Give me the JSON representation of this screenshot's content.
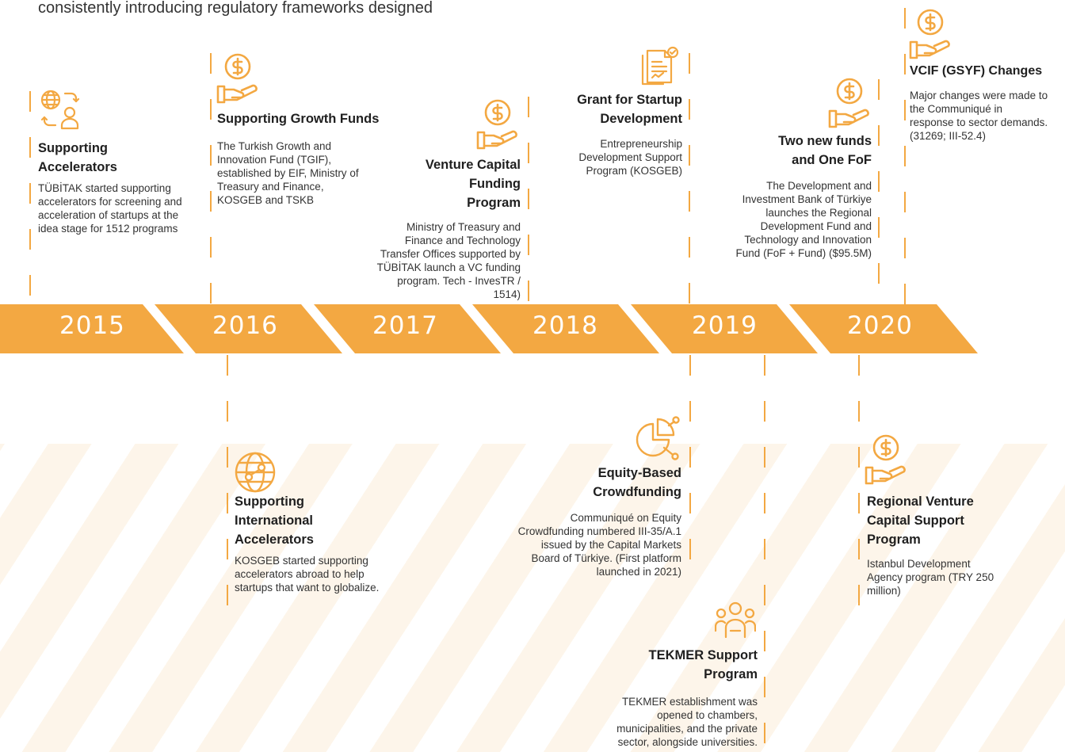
{
  "intro_text": "consistently introducing regulatory frameworks designed",
  "accent_color": "#f3a842",
  "years": [
    "2015",
    "2016",
    "2017",
    "2018",
    "2019",
    "2020"
  ],
  "events": {
    "supporting_accelerators": {
      "title": "Supporting Accelerators",
      "desc": "TÜBİTAK started supporting accelerators for screening and acceleration of startups at the idea stage for 1512 programs",
      "icon": "globe-user-icon"
    },
    "supporting_growth_funds": {
      "title": "Supporting Growth Funds",
      "desc": "The Turkish Growth and Innovation Fund (TGIF), established by EIF, Ministry of Treasury and Finance, KOSGEB and TSKB",
      "icon": "dollar-hand-icon"
    },
    "venture_capital_funding": {
      "title": "Venture Capital Funding Program",
      "desc": "Ministry of Treasury and Finance and Technology Transfer Offices supported by TÜBİTAK launch a VC funding program. Tech - InvesTR / 1514)",
      "icon": "dollar-hand-icon"
    },
    "grant_startup_development": {
      "title": "Grant for Startup Development",
      "desc": "Entrepreneurship Development Support Program (KOSGEB)",
      "icon": "document-check-icon"
    },
    "two_new_funds": {
      "title": "Two new funds and One FoF",
      "desc": "The Development and Investment Bank of Türkiye launches the Regional Development Fund and Technology and Innovation Fund (FoF + Fund) ($95.5M)",
      "icon": "dollar-hand-icon"
    },
    "vcif_changes": {
      "title": "VCIF (GSYF) Changes",
      "desc": "Major changes were made to the Communiqué in response to sector demands. (31269; III-52.4)",
      "icon": "dollar-hand-icon"
    },
    "international_accelerators": {
      "title": "Supporting International Accelerators",
      "desc": "KOSGEB started supporting accelerators abroad to help startups that want to globalize.",
      "icon": "globe-network-icon"
    },
    "equity_crowdfunding": {
      "title": "Equity-Based Crowdfunding",
      "desc": "Communiqué on Equity Crowdfunding numbered III-35/A.1 issued by the Capital Markets Board of Türkiye. (First platform launched in 2021)",
      "icon": "pie-chart-icon"
    },
    "tekmer_support": {
      "title": "TEKMER Support Program",
      "desc": "TEKMER establishment was opened to chambers, municipalities, and the private sector, alongside universities.",
      "icon": "team-icon"
    },
    "regional_vc_support": {
      "title": "Regional Venture Capital Support Program",
      "desc": "Istanbul Development Agency program (TRY 250 million)",
      "icon": "dollar-hand-icon"
    }
  }
}
